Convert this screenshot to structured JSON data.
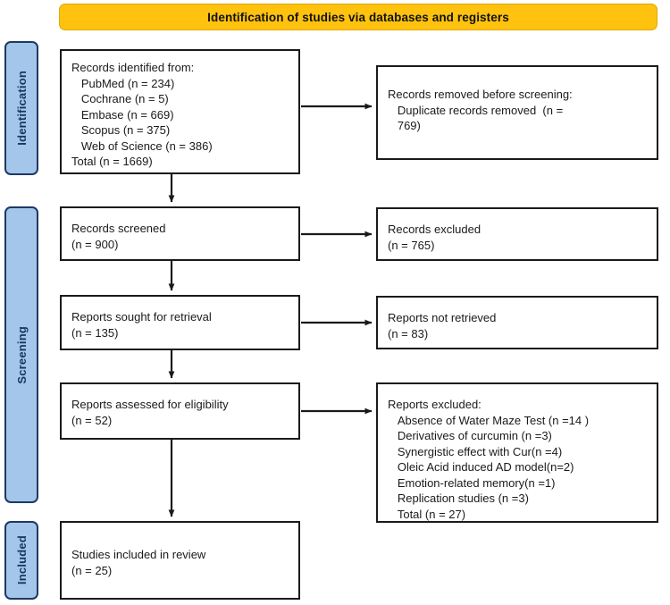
{
  "banner": {
    "title": "Identification of studies via databases and registers"
  },
  "phases": [
    {
      "id": "identification",
      "label": "Identification"
    },
    {
      "id": "screening",
      "label": "Screening"
    },
    {
      "id": "included",
      "label": "Included"
    }
  ],
  "boxes": {
    "records_identified": "Records identified from:\n   PubMed (n = 234)\n   Cochrane (n = 5)\n   Embase (n = 669)\n   Scopus (n = 375)\n   Web of Science (n = 386)\nTotal (n = 1669)",
    "records_removed": "Records removed before screening:\n   Duplicate records removed  (n =\n   769)",
    "records_screened": "Records screened\n(n = 900)",
    "records_excluded": "Records excluded\n(n = 765)",
    "reports_sought": "Reports sought for retrieval\n(n = 135)",
    "reports_not_retrieved": "Reports not retrieved\n(n = 83)",
    "reports_assessed": "Reports assessed for eligibility\n(n = 52)",
    "reports_excluded": "Reports excluded:\n   Absence of Water Maze Test (n =14 )\n   Derivatives of curcumin (n =3)\n   Synergistic effect with Cur(n =4)\n   Oleic Acid induced AD model(n=2)\n   Emotion-related memory(n =1)\n   Replication studies (n =3)\n   Total (n = 27)",
    "studies_included": "Studies included in review\n(n = 25)"
  },
  "counts": {
    "pubmed": 234,
    "cochrane": 5,
    "embase": 669,
    "scopus": 375,
    "web_of_science": 386,
    "total_identified": 1669,
    "duplicates_removed": 769,
    "screened": 900,
    "excluded_screening": 765,
    "sought_for_retrieval": 135,
    "not_retrieved": 83,
    "assessed_for_eligibility": 52,
    "excluded_absence_water_maze": 14,
    "excluded_derivatives_curcumin": 3,
    "excluded_synergistic_cur": 4,
    "excluded_oleic_acid_ad": 2,
    "excluded_emotion_memory": 1,
    "excluded_replication": 3,
    "excluded_total": 27,
    "included_in_review": 25
  },
  "colors": {
    "banner_fill": "#FFC20E",
    "banner_border": "#E0A800",
    "phase_fill": "#A3C6EA",
    "phase_border": "#1F3864",
    "box_border": "#1A1A1A",
    "text": "#1A1A1A"
  }
}
